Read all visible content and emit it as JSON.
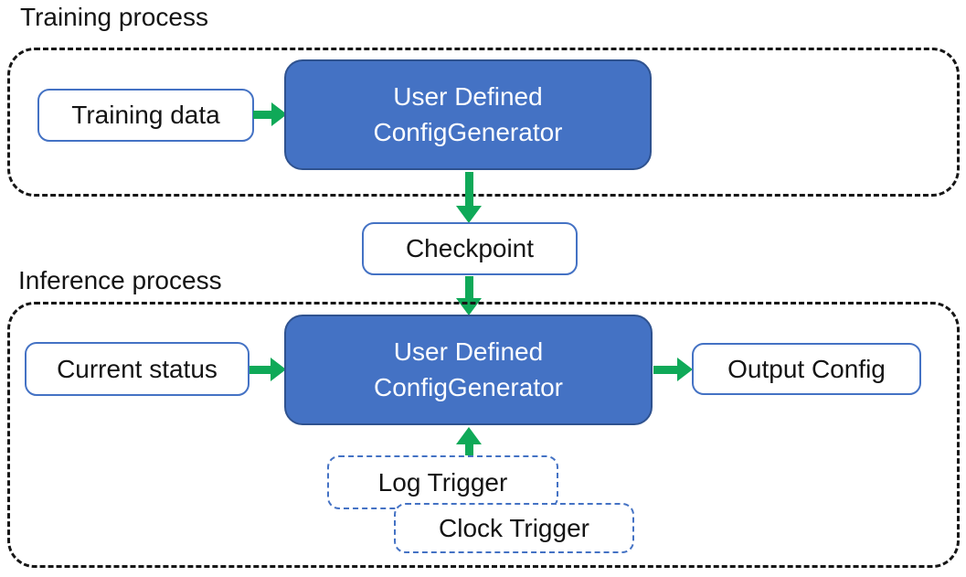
{
  "titles": {
    "training": "Training process",
    "inference": "Inference process"
  },
  "nodes": {
    "training_data": {
      "label": "Training data"
    },
    "config_generator_training": {
      "line1": "User Defined",
      "line2": "ConfigGenerator"
    },
    "checkpoint": {
      "label": "Checkpoint"
    },
    "current_status": {
      "label": "Current status"
    },
    "config_generator_inference": {
      "line1": "User Defined",
      "line2": "ConfigGenerator"
    },
    "output_config": {
      "label": "Output Config"
    },
    "log_trigger": {
      "label": "Log Trigger"
    },
    "clock_trigger": {
      "label": "Clock Trigger"
    }
  },
  "edges": [
    {
      "from": "training_data",
      "to": "config_generator_training",
      "direction": "right"
    },
    {
      "from": "config_generator_training",
      "to": "checkpoint",
      "direction": "down"
    },
    {
      "from": "checkpoint",
      "to": "config_generator_inference",
      "direction": "down"
    },
    {
      "from": "current_status",
      "to": "config_generator_inference",
      "direction": "right"
    },
    {
      "from": "config_generator_inference",
      "to": "output_config",
      "direction": "right"
    },
    {
      "from": "log_trigger",
      "to": "config_generator_inference",
      "direction": "up"
    }
  ],
  "colors": {
    "node_fill_blue": "#4472C4",
    "node_border_dark_blue": "#2F528F",
    "white_node_border_blue": "#4472C4",
    "trigger_dashed_border_blue": "#4472C4",
    "arrow_green": "#0FA958",
    "container_dashed_black": "#161616",
    "text_dark": "#141414",
    "text_light": "#FCFDFF",
    "background": "#FFFFFF"
  }
}
